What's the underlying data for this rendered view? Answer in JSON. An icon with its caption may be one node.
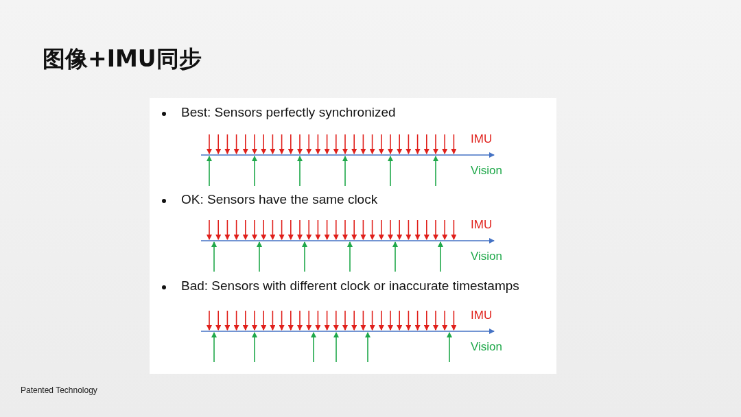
{
  "diagram": {
    "title": "图像+IMU同步",
    "labels": [
      "Best: Sensors perfectly synchronized",
      "IMU",
      "Vision",
      "OK: Sensors have the same clock",
      "IMU",
      "Vision",
      "Bad: Sensors with different clock or inaccurate timestamps",
      "IMU",
      "Vision",
      "Patented Technology"
    ]
  }
}
